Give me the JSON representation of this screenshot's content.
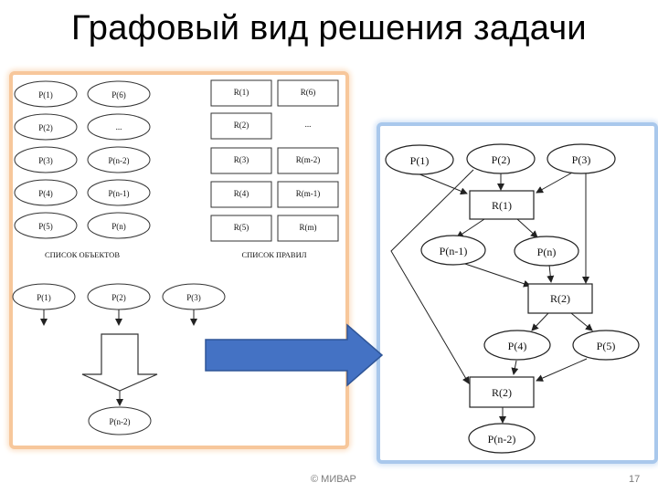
{
  "title": "Графовый вид решения задачи",
  "left": {
    "objects": [
      "P(1)",
      "P(6)",
      "P(2)",
      "...",
      "P(3)",
      "P(n-2)",
      "P(4)",
      "P(n-1)",
      "P(5)",
      "P(n)"
    ],
    "rules": [
      "R(1)",
      "R(6)",
      "R(2)",
      "...",
      "R(3)",
      "R(m-2)",
      "R(4)",
      "R(m-1)",
      "R(5)",
      "R(m)"
    ],
    "objects_caption": "СПИСОК ОБЪЕКТОВ",
    "rules_caption": "СПИСОК ПРАВИЛ",
    "inputs": [
      "P(1)",
      "P(2)",
      "P(3)"
    ],
    "result": "P(n-2)"
  },
  "graph": {
    "p1": "P(1)",
    "p2": "P(2)",
    "p3": "P(3)",
    "r1": "R(1)",
    "pn1": "P(n-1)",
    "pn": "P(n)",
    "r2a": "R(2)",
    "p4": "P(4)",
    "p5": "P(5)",
    "r2b": "R(2)",
    "pn2": "P(n-2)"
  },
  "footer": {
    "copyright": "© МИВАР",
    "page": "17"
  },
  "colors": {
    "arrow": "#4472c4",
    "left_border": "#f7c79b",
    "right_border": "#a9c8ec"
  }
}
